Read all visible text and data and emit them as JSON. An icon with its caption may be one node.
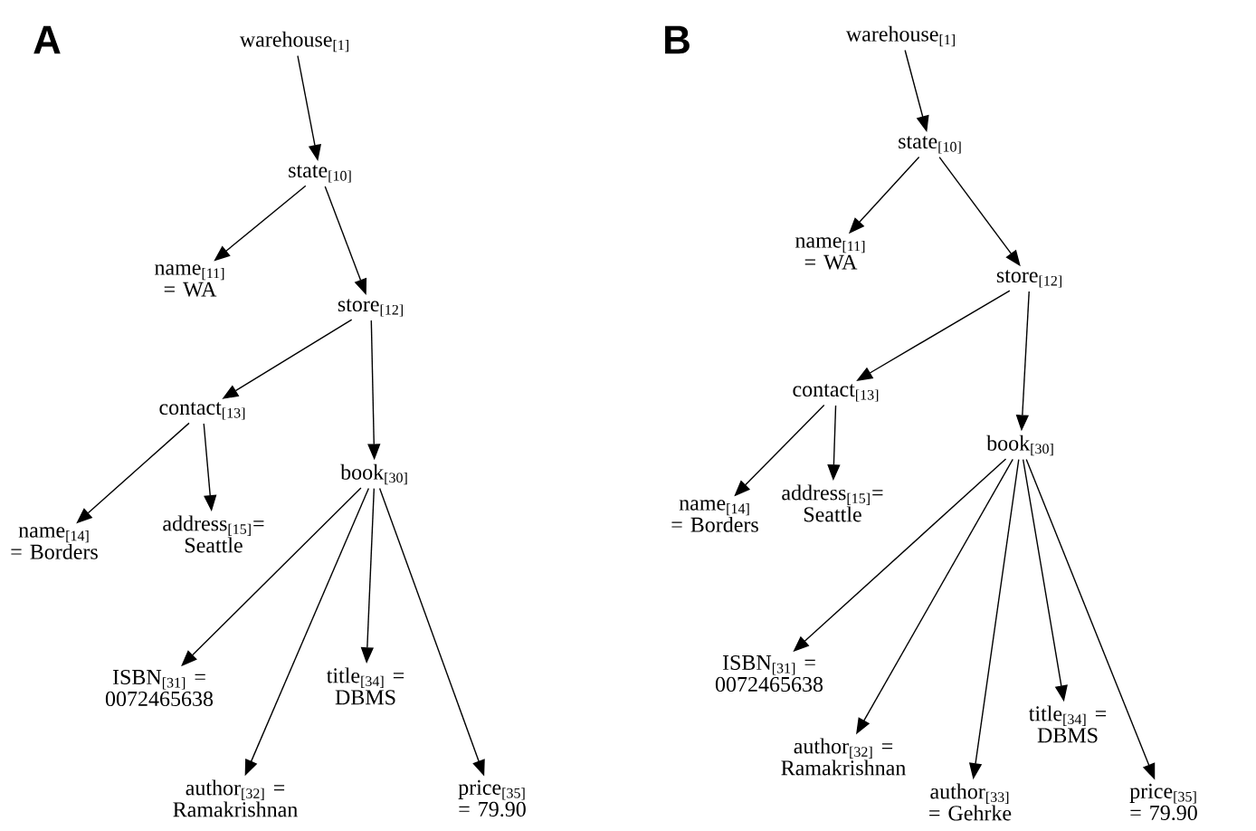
{
  "diagram": {
    "nodes": [
      {
        "text": [
          "warehouse$_{[1]}$"
        ]
      },
      {
        "text": [
          "state$_{[10]}$"
        ]
      },
      {
        "text": [
          "name$_{[11]}$ = WA"
        ]
      },
      {
        "text": [
          "store$_{[12]}$"
        ]
      },
      {
        "text": [
          "contact$_{[13]}$"
        ]
      },
      {
        "text": [
          "name$_{[14]}$ = Borders"
        ]
      },
      {
        "text": [
          "address$_{[15]}$= Seattle"
        ]
      },
      {
        "text": [
          "book$_{[30]}$"
        ]
      },
      {
        "text": [
          "ISBN$_{[31]}$ = 0072465638"
        ]
      },
      {
        "text": [
          "author$_{[32]}$ = Ramakrishnan"
        ]
      },
      {
        "text": [
          "title$_{[34]}$ = DBMS"
        ]
      },
      {
        "text": [
          "price$_{[35]}$ = 79.90"
        ]
      },
      {
        "text": [
          "warehouse$_{[1]}$"
        ]
      },
      {
        "text": [
          "state$_{[10]}$"
        ]
      },
      {
        "text": [
          "name$_{[11]}$ = WA"
        ]
      },
      {
        "text": [
          "store$_{[12]}$"
        ]
      },
      {
        "text": [
          "contact$_{[13]}$"
        ]
      },
      {
        "text": [
          "name$_{[14]}$ = Borders"
        ]
      },
      {
        "text": [
          "address$_{[15]}$= Seattle"
        ]
      },
      {
        "text": [
          "book$_{[30]}$"
        ]
      },
      {
        "text": [
          "ISBN$_{[31]}$ = 0072465638"
        ]
      },
      {
        "text": [
          "author$_{[32]}$ = Ramakrishnan"
        ]
      },
      {
        "text": [
          "author$_{[33]}$ = Gehrke"
        ]
      },
      {
        "text": [
          "title$_{[34]}$ = DBMS"
        ]
      },
      {
        "text": [
          "price$_{[35]}$ = 79.90"
        ]
      }
    ],
    "edges": [
      {
        "from": 0,
        "to": 1,
        "arrow": "to"
      },
      {
        "from": 1,
        "to": 2,
        "arrow": "to"
      },
      {
        "from": 1,
        "to": 3,
        "arrow": "to"
      },
      {
        "from": 3,
        "to": 4,
        "arrow": "to"
      },
      {
        "from": 3,
        "to": 7,
        "arrow": "to"
      },
      {
        "from": 4,
        "to": 5,
        "arrow": "to"
      },
      {
        "from": 4,
        "to": 6,
        "arrow": "to"
      },
      {
        "from": 7,
        "to": 8,
        "arrow": "to"
      },
      {
        "from": 7,
        "to": 9,
        "arrow": "to"
      },
      {
        "from": 7,
        "to": 10,
        "arrow": "to"
      },
      {
        "from": 7,
        "to": 11,
        "arrow": "to"
      },
      {
        "from": 12,
        "to": 13,
        "arrow": "to"
      },
      {
        "from": 13,
        "to": 14,
        "arrow": "to"
      },
      {
        "from": 13,
        "to": 15,
        "arrow": "to"
      },
      {
        "from": 15,
        "to": 16,
        "arrow": "to"
      },
      {
        "from": 15,
        "to": 19,
        "arrow": "to"
      },
      {
        "from": 16,
        "to": 17,
        "arrow": "to"
      },
      {
        "from": 16,
        "to": 18,
        "arrow": "to"
      },
      {
        "from": 19,
        "to": 20,
        "arrow": "to"
      },
      {
        "from": 19,
        "to": 21,
        "arrow": "to"
      },
      {
        "from": 19,
        "to": 22,
        "arrow": "to"
      },
      {
        "from": 19,
        "to": 23,
        "arrow": "to"
      },
      {
        "from": 19,
        "to": 24,
        "arrow": "to"
      }
    ],
    "labels": [
      "A",
      "B"
    ]
  }
}
